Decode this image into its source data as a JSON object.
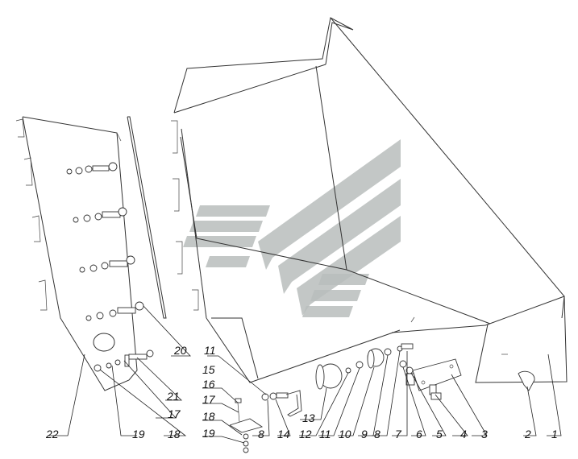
{
  "labels": {
    "n1": "1",
    "n2": "2",
    "n3": "3",
    "n4": "4",
    "n5": "5",
    "n6": "6",
    "n7": "7",
    "n8a": "8",
    "n8b": "8",
    "n9": "9",
    "n10": "10",
    "n11a": "11",
    "n11b": "11",
    "n12": "12",
    "n13": "13",
    "n14": "14",
    "n15": "15",
    "n16": "16",
    "n17a": "17",
    "n17b": "17",
    "n18a": "18",
    "n18b": "18",
    "n19a": "19",
    "n19b": "19",
    "n20": "20",
    "n21": "21",
    "n22": "22"
  },
  "watermark": {
    "icon": "company-logo-watermark",
    "color": "#b9bdbc"
  }
}
